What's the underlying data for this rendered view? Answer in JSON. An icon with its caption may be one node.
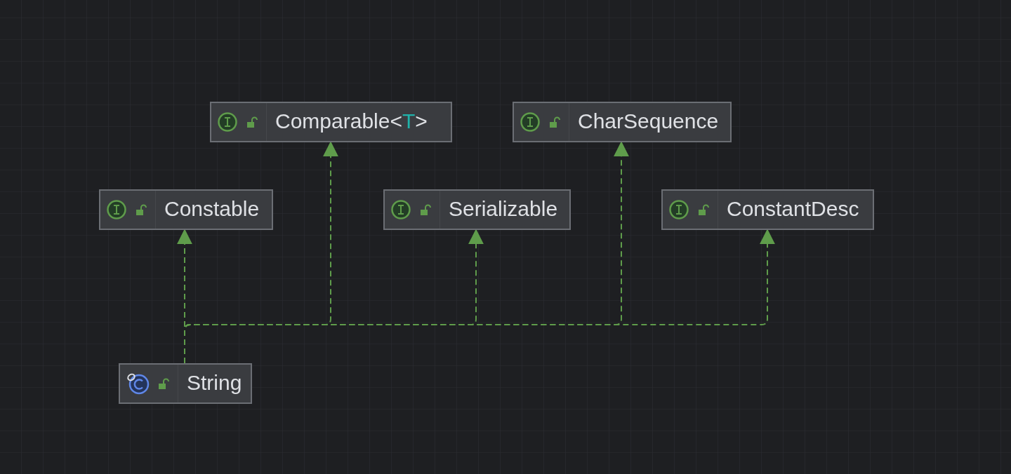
{
  "diagram": {
    "nodes": [
      {
        "text": [
          "Comparable<T>"
        ]
      },
      {
        "text": [
          "CharSequence"
        ]
      },
      {
        "text": [
          "Constable"
        ]
      },
      {
        "text": [
          "Serializable"
        ]
      },
      {
        "text": [
          "ConstantDesc"
        ]
      },
      {
        "text": [
          "String"
        ]
      }
    ],
    "edges": [
      {
        "from": 5,
        "to": 2,
        "arrow": "to",
        "style": "dashed"
      },
      {
        "from": 5,
        "to": 0,
        "arrow": "to",
        "style": "dashed"
      },
      {
        "from": 5,
        "to": 3,
        "arrow": "to",
        "style": "dashed"
      },
      {
        "from": 5,
        "to": 1,
        "arrow": "to",
        "style": "dashed"
      },
      {
        "from": 5,
        "to": 4,
        "arrow": "to",
        "style": "dashed"
      }
    ]
  }
}
